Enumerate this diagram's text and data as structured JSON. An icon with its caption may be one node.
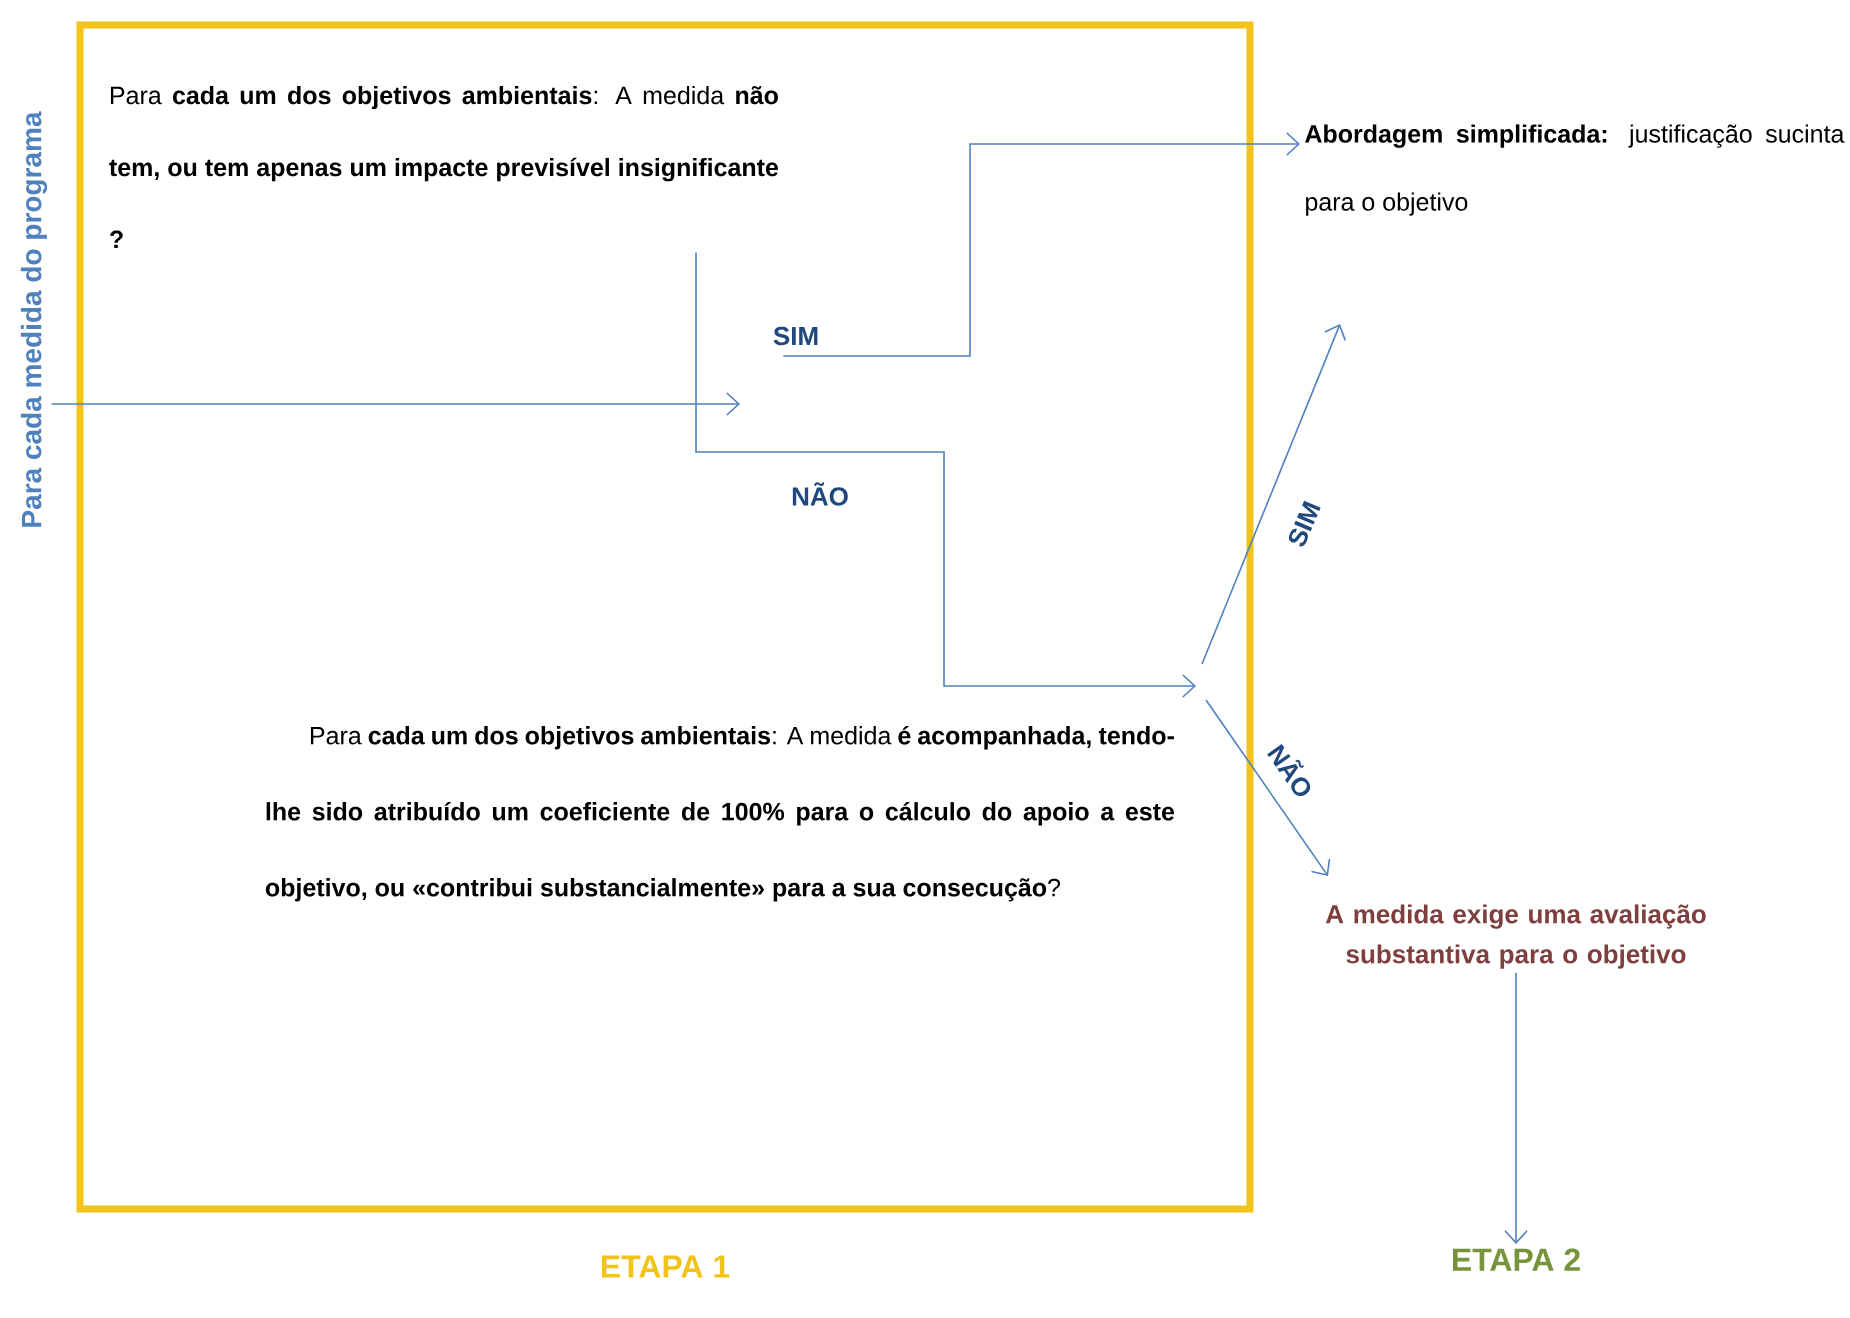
{
  "diagram": {
    "nodes": [
      {
        "text": [
          "ETAPA 1"
        ]
      },
      {
        "text": [
          "Para **cada um dos objetivos ambientais**: A medida **não tem, ou tem apenas um impacte previsível insignificante ?**"
        ],
        "in": 0
      },
      {
        "text": [
          "Para **cada um dos objetivos ambientais**: A medida **é acompanhada, tendo-lhe sido atribuído um coeficiente de 100% para o cálculo do apoio a este objetivo, ou «contribui substancialmente» para a sua consecução**?"
        ],
        "in": 0
      },
      {
        "text": [
          "**Abordagem simplificada:** justificação sucinta para o objetivo"
        ]
      },
      {
        "text": [
          "A medida exige uma avaliação substantiva para o objetivo"
        ]
      },
      {
        "text": [
          "ETAPA 2"
        ]
      },
      {
        "text": [
          "Para cada medida do programa"
        ]
      }
    ],
    "edges": [
      {
        "from": 6,
        "to": 1,
        "arrow": "to"
      },
      {
        "from": 1,
        "to": 3,
        "label": "SIM",
        "arrow": "to"
      },
      {
        "from": 1,
        "to": 2,
        "label": "NÃO",
        "arrow": "to"
      },
      {
        "from": 2,
        "to": 3,
        "label": "SIM",
        "arrow": "to"
      },
      {
        "from": 2,
        "to": 4,
        "label": "NÃO",
        "arrow": "to"
      },
      {
        "from": 4,
        "to": 5,
        "arrow": "to"
      }
    ]
  }
}
